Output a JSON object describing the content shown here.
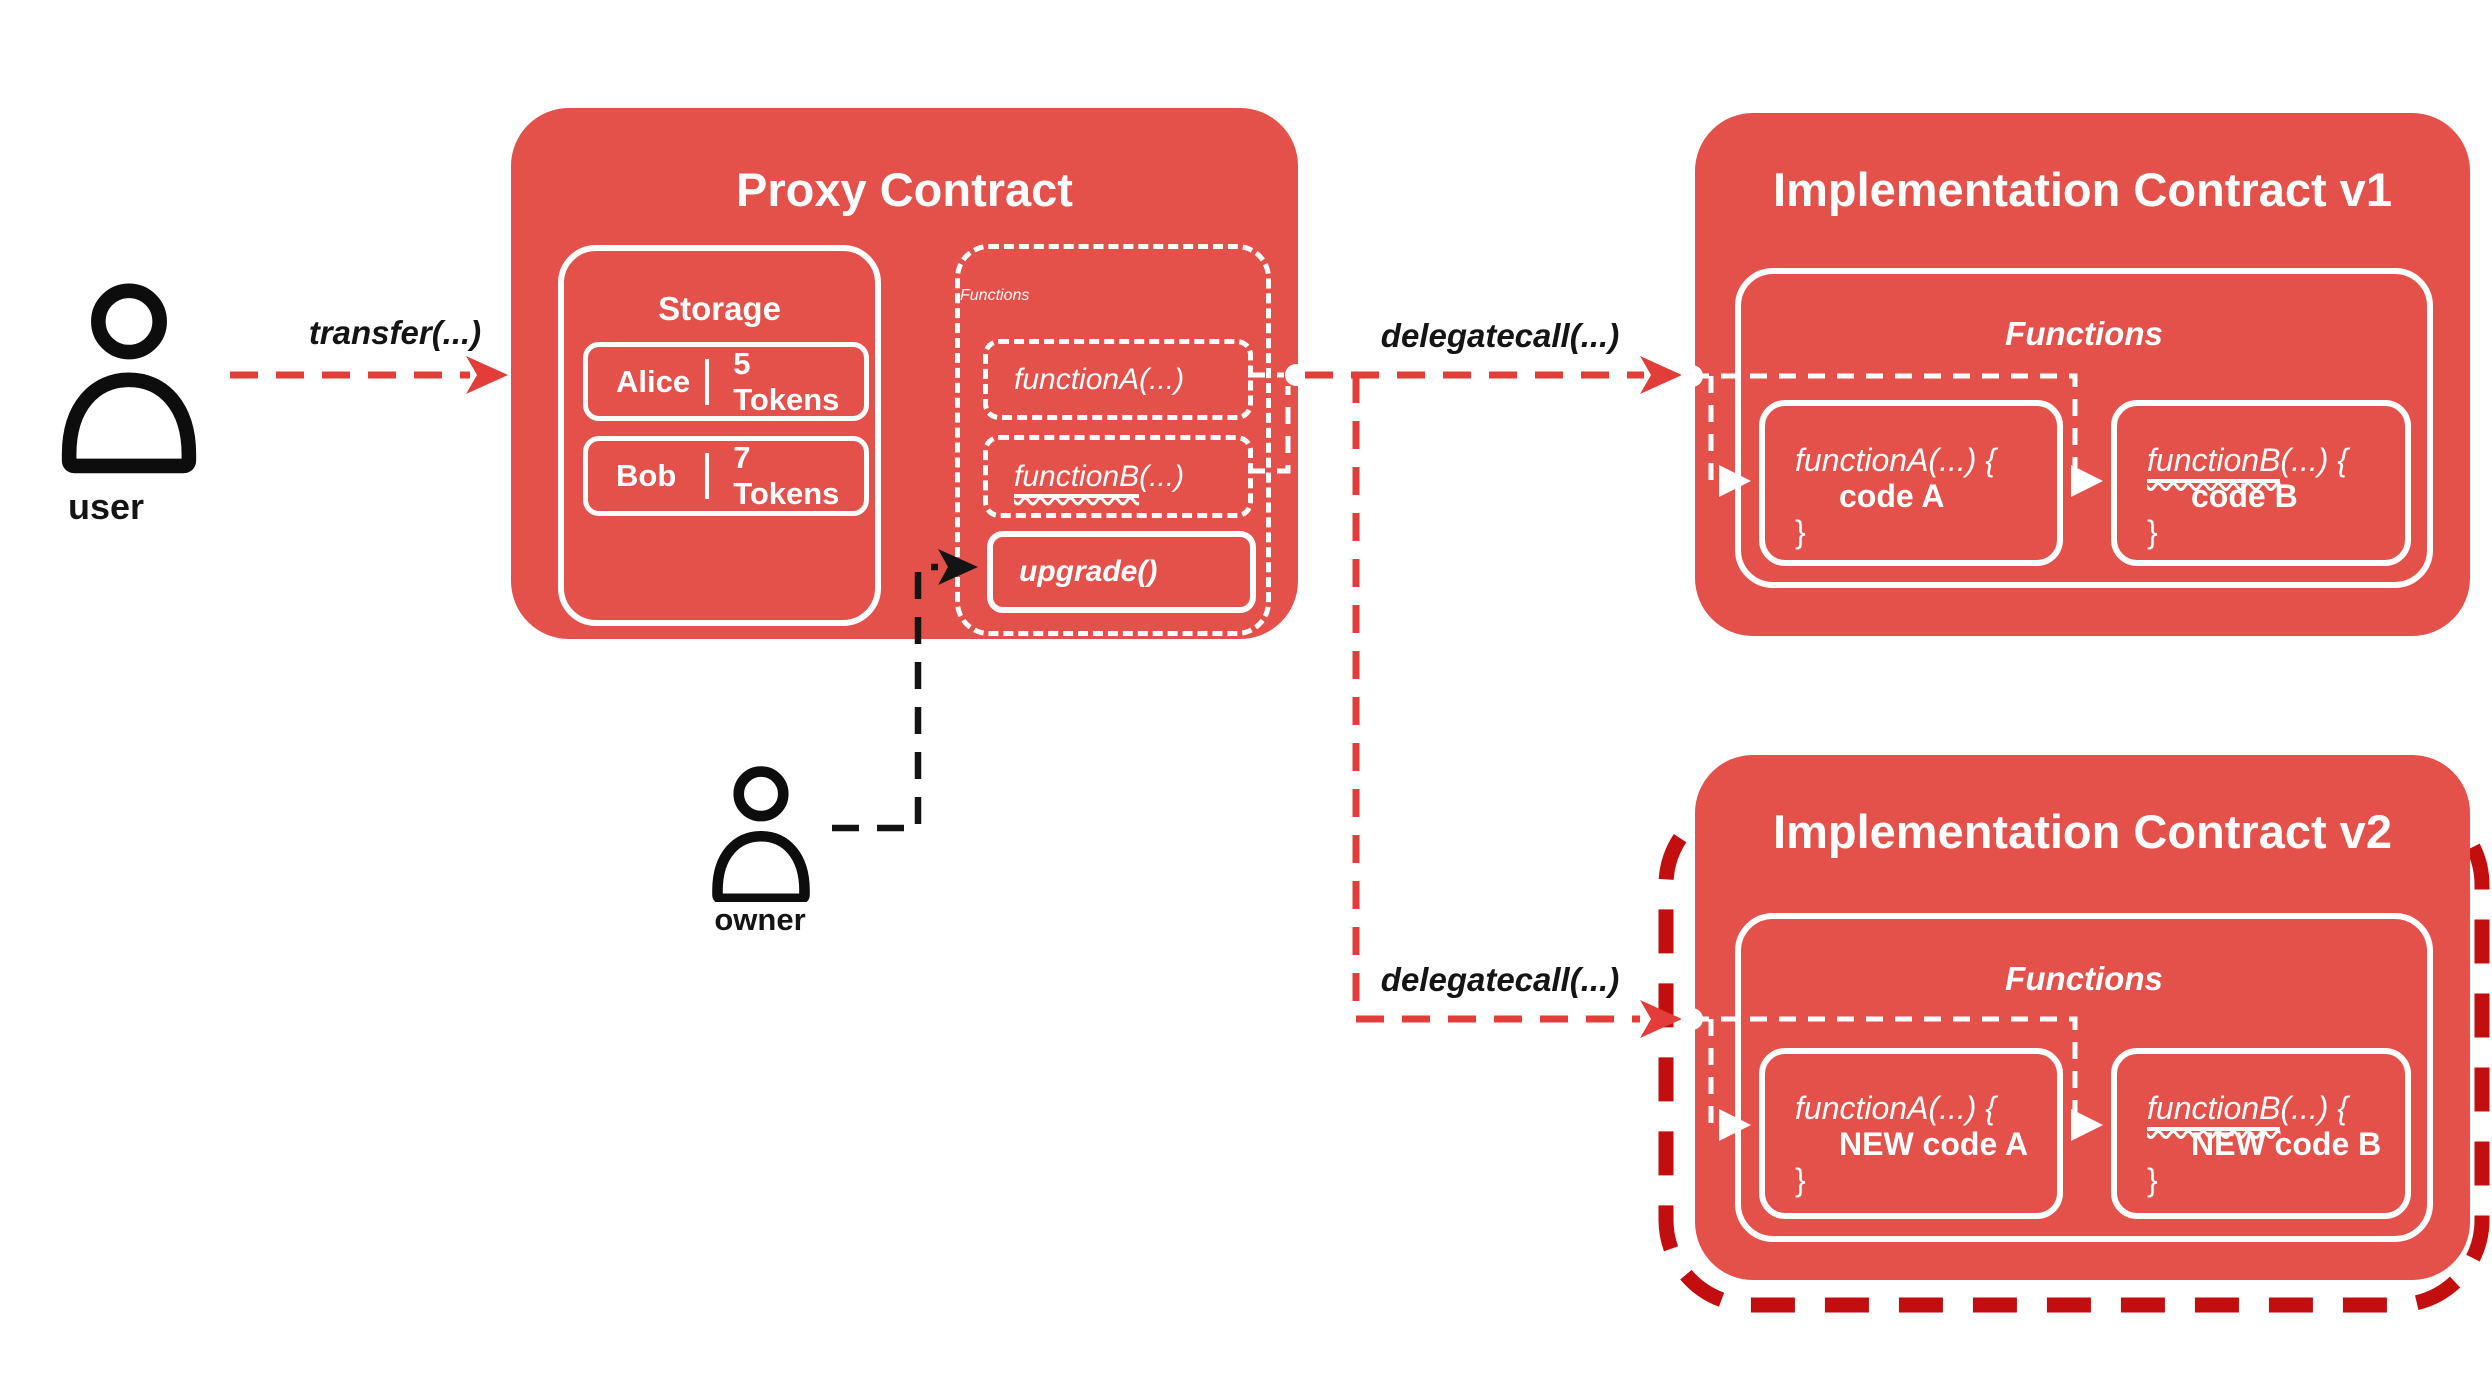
{
  "colors": {
    "box_red": "#E4504A",
    "arrow_red": "#E23D38",
    "outline_dark_red": "#C20E0E",
    "line_black": "#141414",
    "white": "#FFFFFF"
  },
  "user": {
    "label": "user"
  },
  "owner": {
    "label": "owner"
  },
  "calls": {
    "transfer": "transfer(...)",
    "delegatecall_v1": "delegatecall(...)",
    "delegatecall_v2": "delegatecall(...)"
  },
  "proxy": {
    "title": "Proxy Contract",
    "storage": {
      "title": "Storage",
      "rows": [
        {
          "name": "Alice",
          "amount": "5 Tokens"
        },
        {
          "name": "Bob",
          "amount": "7 Tokens"
        }
      ]
    },
    "functions": {
      "title": "Functions",
      "function_a": "functionA(...)",
      "function_b_name": "functionB",
      "function_b_args": "(...)",
      "upgrade": "upgrade()"
    }
  },
  "impl_v1": {
    "title": "Implementation Contract v1",
    "functions": {
      "title": "Functions",
      "function_a": {
        "signature": "functionA(...) {",
        "body": "code A",
        "close": "}"
      },
      "function_b": {
        "name": "functionB",
        "args": "(...) {",
        "body": "code B",
        "close": "}"
      }
    }
  },
  "impl_v2": {
    "title": "Implementation Contract v2",
    "functions": {
      "title": "Functions",
      "function_a": {
        "signature": "functionA(...) {",
        "body": "NEW code A",
        "close": "}"
      },
      "function_b": {
        "name": "functionB",
        "args": "(...) {",
        "body": "NEW code B",
        "close": "}"
      }
    }
  }
}
